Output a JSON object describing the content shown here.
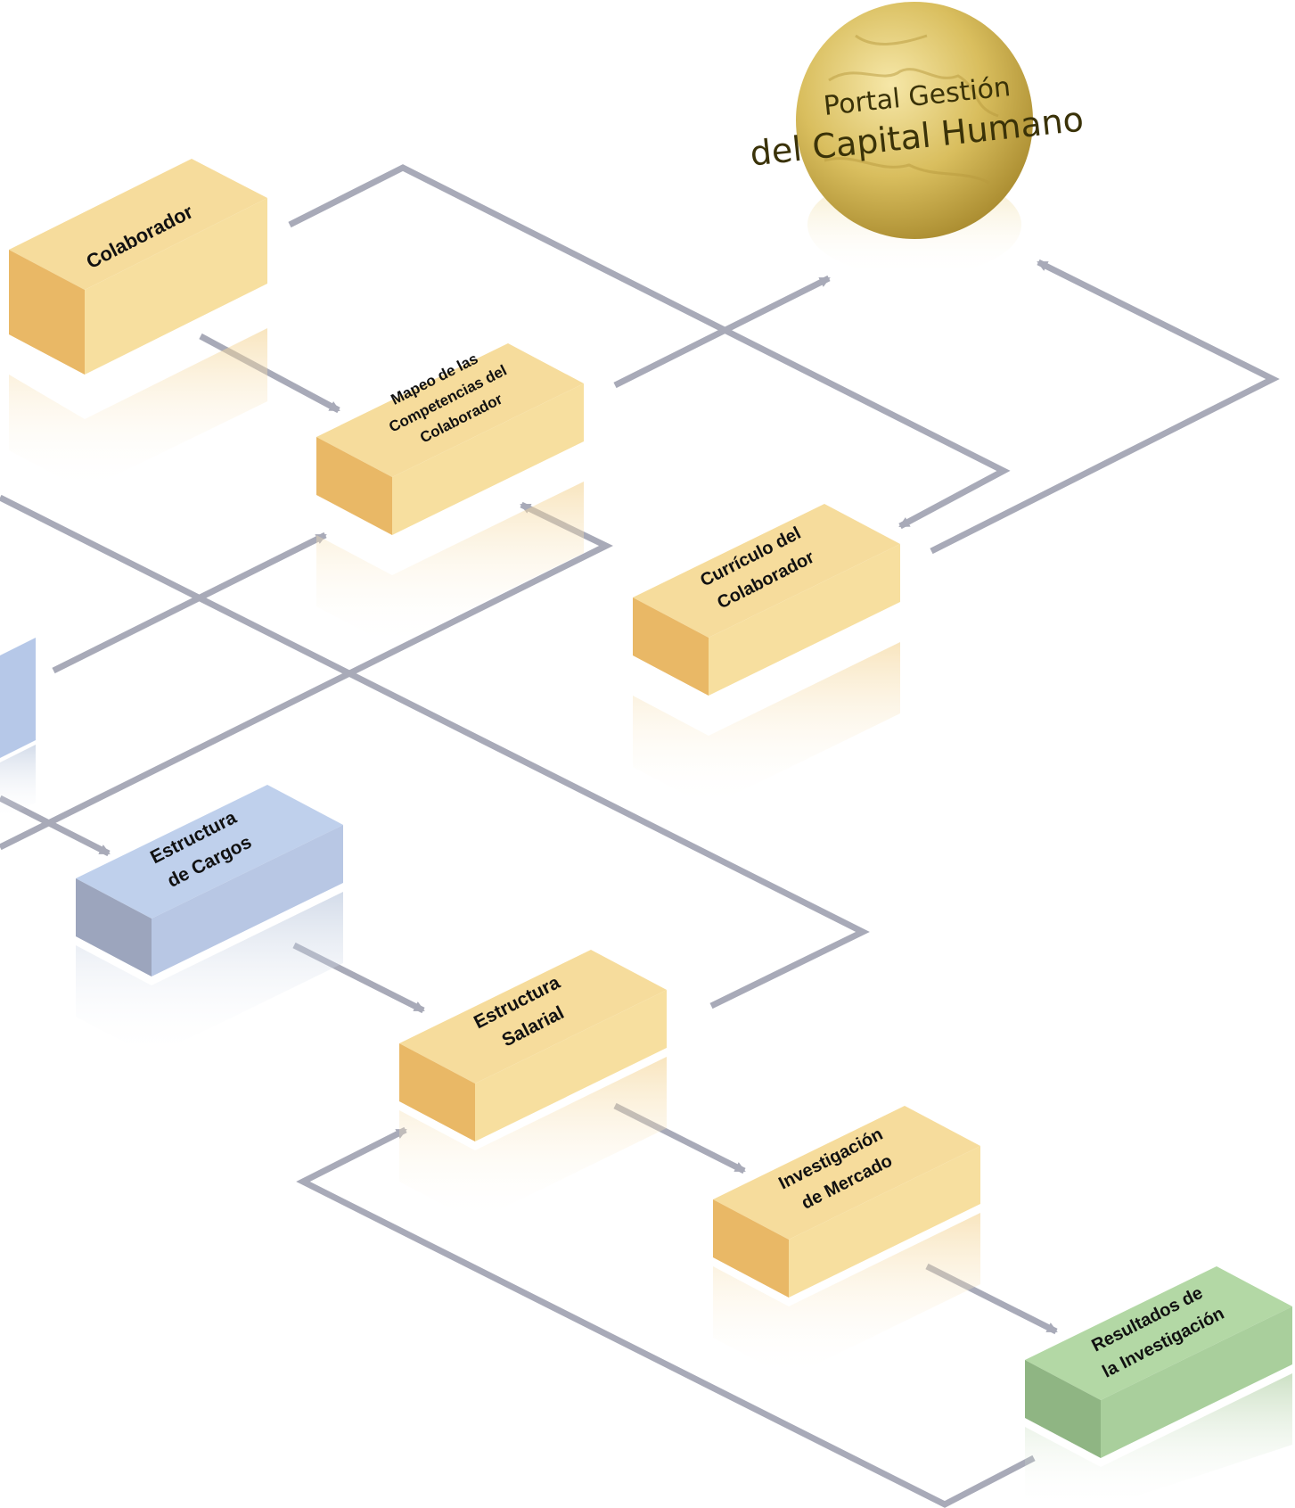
{
  "globe": {
    "line1": "Portal Gestión",
    "line2": "del Capital Humano",
    "color": "#d9be5e"
  },
  "nodes": {
    "colaborador": {
      "line1": "Colaborador",
      "line2": "",
      "line3": ""
    },
    "mapeo": {
      "line1": "Mapeo de las",
      "line2": "Competencias del",
      "line3": "Colaborador"
    },
    "curriculo": {
      "line1": "Currículo del",
      "line2": "Colaborador",
      "line3": ""
    },
    "estructura_cargos": {
      "line1": "Estructura",
      "line2": "de Cargos",
      "line3": ""
    },
    "estructura_salarial": {
      "line1": "Estructura",
      "line2": "Salarial",
      "line3": ""
    },
    "investigacion": {
      "line1": "Investigación",
      "line2": "de Mercado",
      "line3": ""
    },
    "resultados": {
      "line1": "Resultados de",
      "line2": "la Investigación",
      "line3": ""
    }
  },
  "colors": {
    "yellow": "#f5d891",
    "blue": "#b6c8e8",
    "green": "#a9cf9c",
    "connector": "#a8aab8"
  }
}
